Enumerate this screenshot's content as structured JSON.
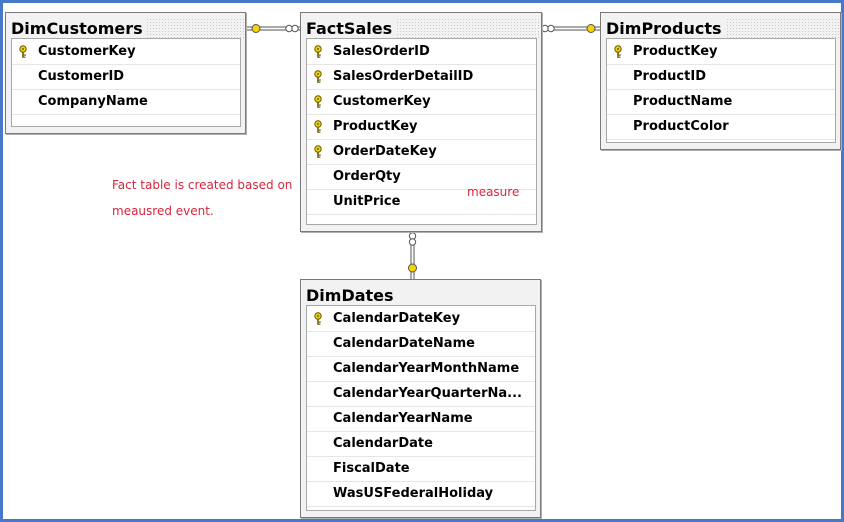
{
  "tables": {
    "dimcustomers": {
      "title": "DimCustomers",
      "columns": [
        "CustomerKey",
        "CustomerID",
        "CompanyName"
      ]
    },
    "factsales": {
      "title": "FactSales",
      "columns": [
        "SalesOrderID",
        "SalesOrderDetailID",
        "CustomerKey",
        "ProductKey",
        "OrderDateKey",
        "OrderQty",
        "UnitPrice"
      ]
    },
    "dimproducts": {
      "title": "DimProducts",
      "columns": [
        "ProductKey",
        "ProductID",
        "ProductName",
        "ProductColor"
      ]
    },
    "dimdates": {
      "title": "DimDates",
      "columns": [
        "CalendarDateKey",
        "CalendarDateName",
        "CalendarYearMonthName",
        "CalendarYearQuarterNa...",
        "CalendarYearName",
        "CalendarDate",
        "FiscalDate",
        "WasUSFederalHoliday"
      ]
    }
  },
  "annotations": {
    "fact_note_line1": "Fact table is created based on",
    "fact_note_line2": "meausred event.",
    "measure_label": "measure"
  },
  "colors": {
    "frame_border": "#4a78c8",
    "annotation": "#d7263d",
    "key_icon": "#f2d400"
  }
}
